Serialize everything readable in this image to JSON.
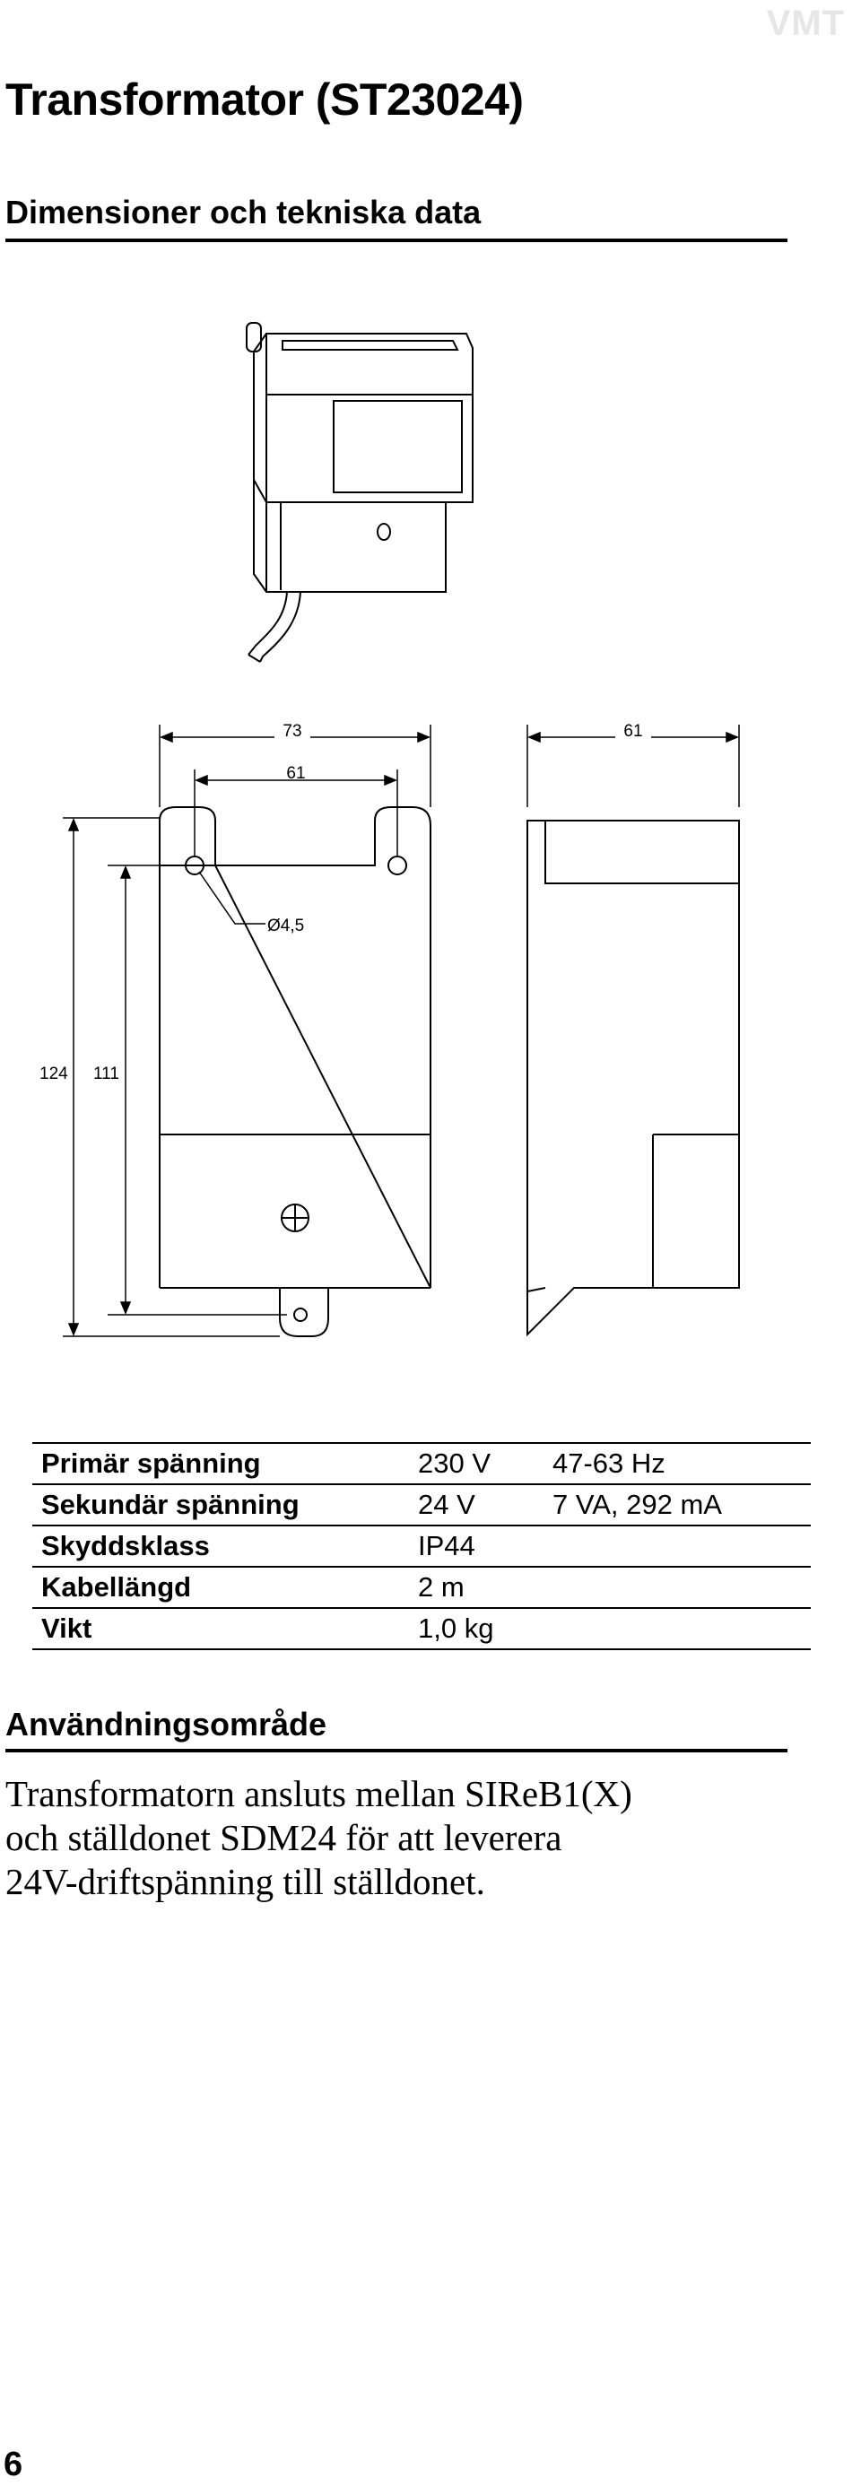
{
  "header": {
    "brand": "VMT"
  },
  "title": "Transformator (ST23024)",
  "dimensions_section": {
    "heading": "Dimensioner och tekniska data"
  },
  "drawing": {
    "dim_width_outer": "73",
    "dim_hole_spacing": "61",
    "dim_depth": "61",
    "dim_hole_diameter": "Ø4,5",
    "dim_height_total": "124",
    "dim_height_holes": "111"
  },
  "specs": [
    {
      "label": "Primär spänning",
      "value": "230 V",
      "extra": "47-63 Hz"
    },
    {
      "label": "Sekundär spänning",
      "value": "24 V",
      "extra": "7 VA, 292 mA"
    },
    {
      "label": "Skyddsklass",
      "value": "IP44",
      "extra": ""
    },
    {
      "label": "Kabellängd",
      "value": "2 m",
      "extra": ""
    },
    {
      "label": "Vikt",
      "value": "1,0 kg",
      "extra": ""
    }
  ],
  "usage": {
    "heading": "Användningsområde",
    "lines": [
      "Transformatorn ansluts mellan SIReB1(X)",
      "och ställdonet SDM24 för att leverera",
      "24V-driftspänning till ställdonet."
    ]
  },
  "footer": {
    "page_number": "6"
  }
}
